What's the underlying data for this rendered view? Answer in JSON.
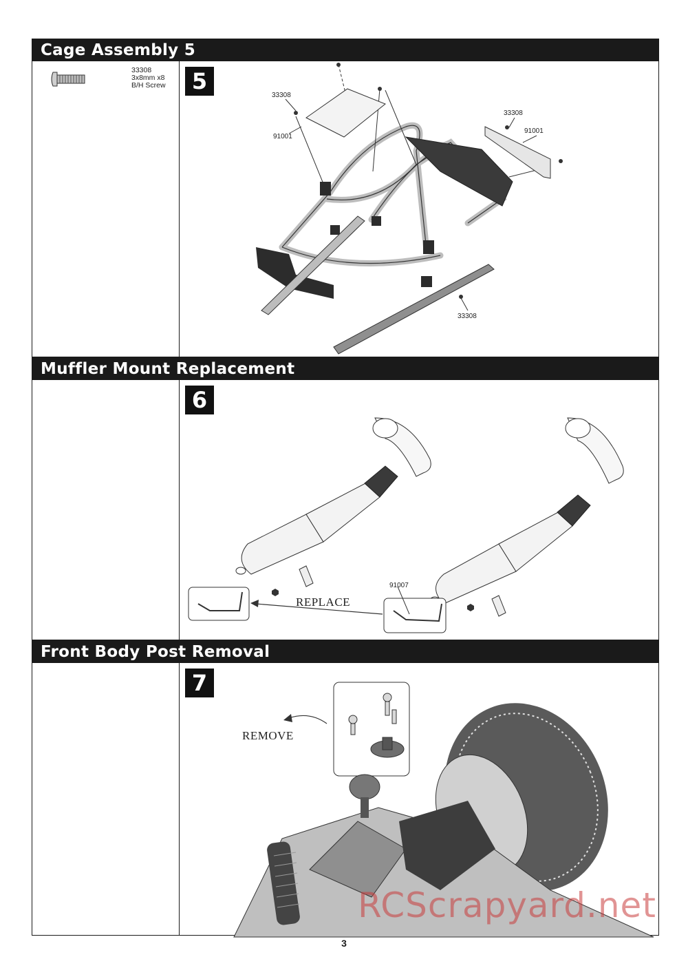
{
  "sections": [
    {
      "title": "Cage Assembly 5",
      "step": "5",
      "hardware": {
        "part_number": "33308",
        "size": "3x8mm x8",
        "type": "B/H Screw"
      },
      "callouts": [
        "33308",
        "91001",
        "33308",
        "91001",
        "33308"
      ]
    },
    {
      "title": "Muffler Mount Replacement",
      "step": "6",
      "callouts": [
        "91007"
      ],
      "action": "REPLACE"
    },
    {
      "title": "Front Body Post Removal",
      "step": "7",
      "action": "REMOVE"
    }
  ],
  "page_number": "3",
  "watermark": "RCScrapyard.net"
}
